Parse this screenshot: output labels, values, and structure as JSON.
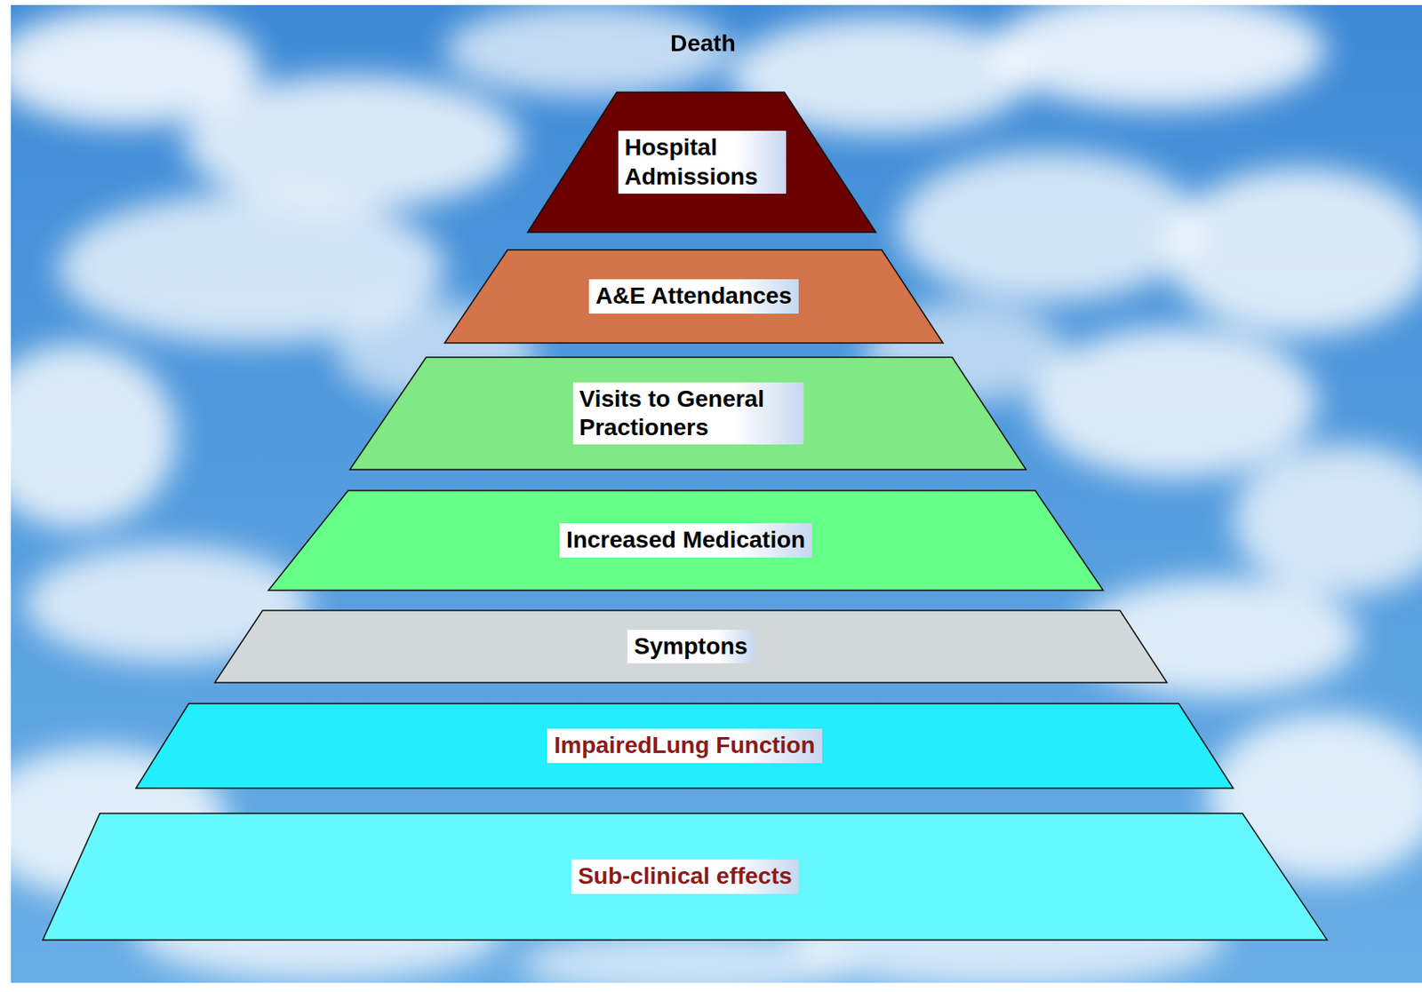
{
  "diagram": {
    "nodes": [
      {
        "text": [
          "Hospital Admissions"
        ]
      },
      {
        "text": [
          "A&E Attendances"
        ]
      },
      {
        "text": [
          "Visits to General Practioners"
        ]
      },
      {
        "text": [
          "Increased Medication"
        ]
      },
      {
        "text": [
          "Symptons"
        ]
      },
      {
        "text": [
          "ImpairedLung Function"
        ]
      },
      {
        "text": [
          "Sub-clinical effects"
        ]
      }
    ],
    "labels": [
      "Death"
    ]
  }
}
